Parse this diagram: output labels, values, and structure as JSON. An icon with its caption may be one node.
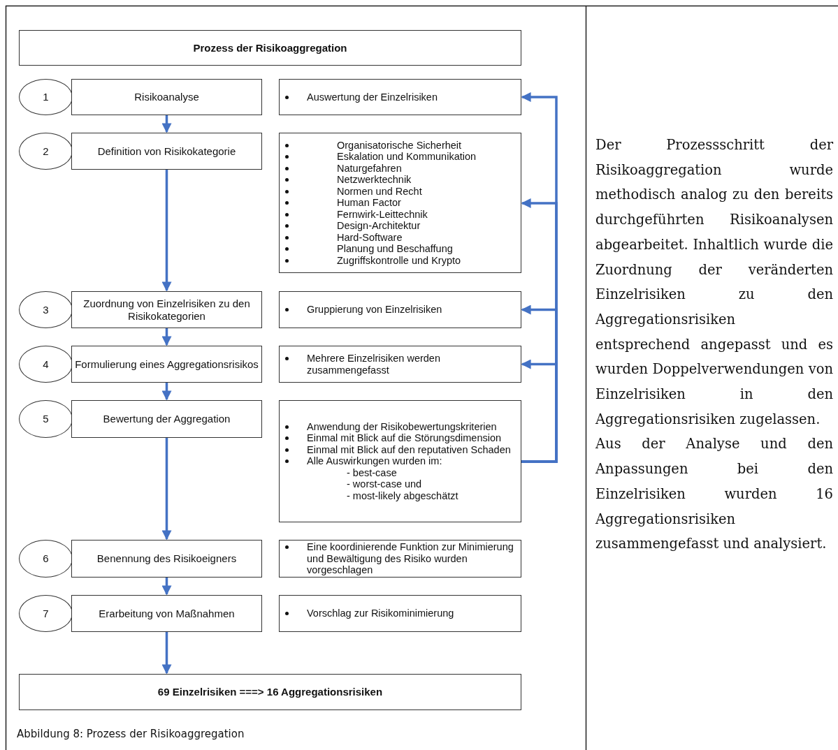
{
  "diagram": {
    "caption": "Abbildung 8: Prozess der Risikoaggregation",
    "nodes": [
      {
        "text": [
          "Prozess der Risikoaggregation"
        ]
      },
      {
        "text": [
          "1"
        ]
      },
      {
        "text": [
          "Risikoanalyse"
        ]
      },
      {
        "text": [
          "Auswertung der Einzelrisiken"
        ]
      },
      {
        "text": [
          "2"
        ]
      },
      {
        "text": [
          "Definition von Risikokategorie"
        ]
      },
      {
        "text": [
          "Organisatorische Sicherheit",
          "Eskalation und Kommunikation",
          "Naturgefahren",
          "Netzwerktechnik",
          "Normen und Recht",
          "Human Factor",
          "Fernwirk-Leittechnik",
          "Design-Architektur",
          "Hard-Software",
          "Planung und Beschaffung",
          "Zugriffskontrolle und Krypto"
        ]
      },
      {
        "text": [
          "3"
        ]
      },
      {
        "text": [
          "Zuordnung von Einzelrisiken zu den Risikokategorien"
        ]
      },
      {
        "text": [
          "Gruppierung von Einzelrisiken"
        ]
      },
      {
        "text": [
          "4"
        ]
      },
      {
        "text": [
          "Formulierung eines Aggregationsrisikos"
        ]
      },
      {
        "text": [
          "Mehrere Einzelrisiken werden zusammengefasst"
        ]
      },
      {
        "text": [
          "5"
        ]
      },
      {
        "text": [
          "Bewertung der  Aggregation"
        ]
      },
      {
        "text": [
          "Anwendung der Risikobewertungskriterien",
          "Einmal mit Blick auf die Störungsdimension",
          "Einmal mit Blick auf den reputativen Schaden",
          "Alle Auswirkungen wurden im:",
          "- best-case",
          "- worst-case und",
          "- most-likely abgeschätzt"
        ]
      },
      {
        "text": [
          "6"
        ]
      },
      {
        "text": [
          "Benennung des Risikoeigners"
        ]
      },
      {
        "text": [
          "Eine koordinierende Funktion zur Minimierung und Bewältigung des Risiko wurden vorgeschlagen"
        ]
      },
      {
        "text": [
          "7"
        ]
      },
      {
        "text": [
          "Erarbeitung von Maßnahmen"
        ]
      },
      {
        "text": [
          "Vorschlag zur Risikominimierung"
        ]
      },
      {
        "text": [
          "69 Einzelrisiken ===> 16 Aggregationsrisiken"
        ]
      }
    ],
    "edges": [
      {
        "from": 2,
        "to": 5,
        "arrow": "to"
      },
      {
        "from": 5,
        "to": 8,
        "arrow": "to"
      },
      {
        "from": 8,
        "to": 11,
        "arrow": "to"
      },
      {
        "from": 11,
        "to": 14,
        "arrow": "to"
      },
      {
        "from": 14,
        "to": 17,
        "arrow": "to"
      },
      {
        "from": 17,
        "to": 20,
        "arrow": "to"
      },
      {
        "from": 20,
        "to": 22,
        "arrow": "to"
      },
      {
        "from": 15,
        "to": 3,
        "arrow": "to"
      },
      {
        "from": 15,
        "to": 6,
        "arrow": "to"
      },
      {
        "from": 15,
        "to": 9,
        "arrow": "to"
      },
      {
        "from": 15,
        "to": 12,
        "arrow": "to"
      }
    ],
    "labels": [
      "Der Prozessschritt der Risikoaggregation wurde methodisch analog zu den bereits durchgeführten Risikoanalysen abgearbeitet. Inhaltlich wurde die Zuordnung der veränderten Einzelrisiken zu den Aggregationsrisiken entsprechend angepasst und es wurden Doppelverwendungen von Einzelrisiken in den Aggregationsrisiken zugelassen.",
      "Aus der Analyse und den Anpassungen bei den Einzelrisiken wurden 16 Aggregationsrisiken zusammengefasst und analysiert."
    ]
  }
}
